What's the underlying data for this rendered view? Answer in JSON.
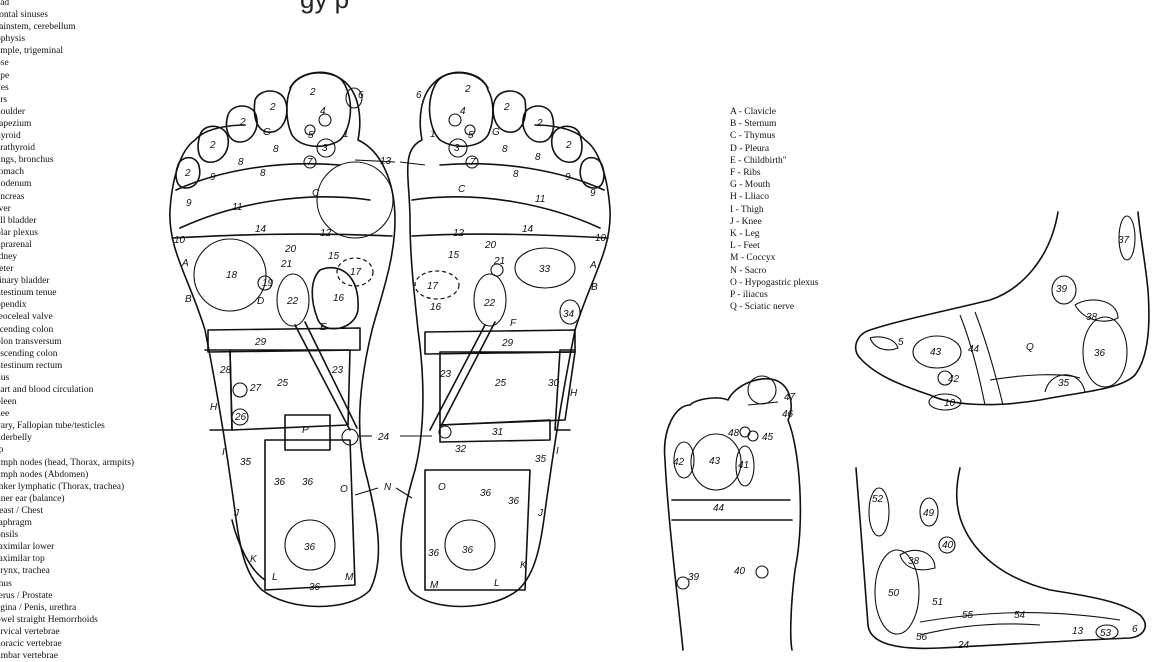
{
  "title": "gy       p",
  "left_legend": [
    "ead",
    "rontal sinuses",
    "rainstem, cerebellum",
    "ophysis",
    "emple, trigeminal",
    "ose",
    "ape",
    "yes",
    "ars",
    "houlder",
    "rapezium",
    "hyroid",
    "arathyroid",
    "ungs, bronchus",
    "tomach",
    "uodenum",
    "ancreas",
    "iver",
    "all bladder",
    "olar plexus",
    "uprarenal",
    "idney",
    "reter",
    "rinary bladder",
    "ntestinum tenue",
    "ppendix",
    "leoceleal valve",
    "scending colon",
    "olon transversum",
    "escending colon",
    "ntestinum rectum",
    "nus",
    "eart and blood circulation",
    "pleen",
    "nee",
    "vary, Fallopian tube/testicles",
    "nderbelly",
    "ip",
    "ymph nodes (head, Thorax, armpits)",
    "ymph nodes (Abdomen)",
    "inker lymphatic (Thorax, trachea)",
    "nner ear (balance)",
    "reast / Chest",
    "iaphragm",
    "onsils",
    "laximilar lower",
    "laximilar top",
    "arynx, trachea",
    "inus",
    "terus / Prostate",
    "agina / Penis, urethra",
    "owel straight Hemorrhoids",
    "ervical vertebrae",
    "horacic vertebrae",
    "umbar vertebrae"
  ],
  "right_legend": [
    "A - Clavicle",
    "B - Sternum",
    "C - Thymus",
    "D - Pleura",
    "E - Childbirth\"",
    "F - Ribs",
    "G - Mouth",
    "H - Lliaco",
    " I - Thigh",
    "J - Knee",
    "K - Leg",
    "L - Feet",
    "M - Coccyx",
    "N - Sacro",
    "O - Hypogastric plexus",
    " P - iliacus",
    "Q - Sciatic nerve"
  ],
  "left_sole_labels": {
    "n2a": "2",
    "n2b": "2",
    "n2c": "2",
    "n2d": "2",
    "n2e": "2",
    "n6": "6",
    "n4": "4",
    "n5": "5",
    "n1": "1",
    "n3": "3",
    "nG": "G",
    "n8a": "8",
    "n8b": "8",
    "n8c": "8",
    "n7": "7",
    "n9a": "9",
    "n9b": "9",
    "n11": "11",
    "nC": "C",
    "n14": "14",
    "n12": "12",
    "n10": "10",
    "n20": "20",
    "n15": "15",
    "n17": "17",
    "n18": "18",
    "n21": "21",
    "n19": "19",
    "nA": "A",
    "nB": "B",
    "nD": "D",
    "n22": "22",
    "n16": "16",
    "nE": "E",
    "n29": "29",
    "n28": "28",
    "n27": "27",
    "n25": "25",
    "n23": "23",
    "nH": "H",
    "n26": "26",
    "nP": "P",
    "nI": "I",
    "n35": "35",
    "n36a": "36",
    "n36b": "36",
    "n36c": "36",
    "n36d": "36",
    "nO": "O",
    "nJ": "J",
    "nK": "K",
    "nL": "L",
    "nM": "M"
  },
  "right_sole_labels": {
    "n6": "6",
    "n2a": "2",
    "n2b": "2",
    "n2c": "2",
    "n2d": "2",
    "n4": "4",
    "n1": "1",
    "n5": "5",
    "n3": "3",
    "nG": "G",
    "n7": "7",
    "n8a": "8",
    "n8b": "8",
    "n8c": "8",
    "n9a": "9",
    "n9b": "9",
    "nC": "C",
    "n11": "11",
    "n12": "12",
    "n14": "14",
    "n10": "10",
    "n20": "20",
    "n15": "15",
    "n21": "21",
    "n33": "33",
    "nA": "A",
    "n17": "17",
    "n22": "22",
    "n16": "16",
    "nB": "B",
    "n34": "34",
    "nF": "F",
    "n29": "29",
    "n23": "23",
    "n25": "25",
    "n30": "30",
    "nH": "H",
    "n31": "31",
    "n32": "32",
    "nI": "I",
    "n35": "35",
    "nO": "O",
    "n36a": "36",
    "n36b": "36",
    "n36c": "36",
    "n36d": "36",
    "nJ": "J",
    "nK": "K",
    "nM": "M",
    "nL": "L",
    "n13": "13",
    "n24": "24",
    "nN": "N"
  },
  "top_foot_labels": {
    "n47": "47",
    "n46": "46",
    "n48": "48",
    "n45": "45",
    "n42": "42",
    "n43": "43",
    "n41": "41",
    "n44": "44",
    "n40": "40",
    "n39": "39"
  },
  "outer_side_labels": {
    "n37": "37",
    "n39": "39",
    "n38": "38",
    "n36": "36",
    "n43": "43",
    "n5": "5",
    "n44": "44",
    "nQ": "Q",
    "n42": "42",
    "n35": "35",
    "n10": "10"
  },
  "inner_side_labels": {
    "n52": "52",
    "n49": "49",
    "n40": "40",
    "n38": "38",
    "n50": "50",
    "n51": "51",
    "n55": "55",
    "n54": "54",
    "n56": "56",
    "n24": "24",
    "n13": "13",
    "n53": "53",
    "n6": "6"
  }
}
